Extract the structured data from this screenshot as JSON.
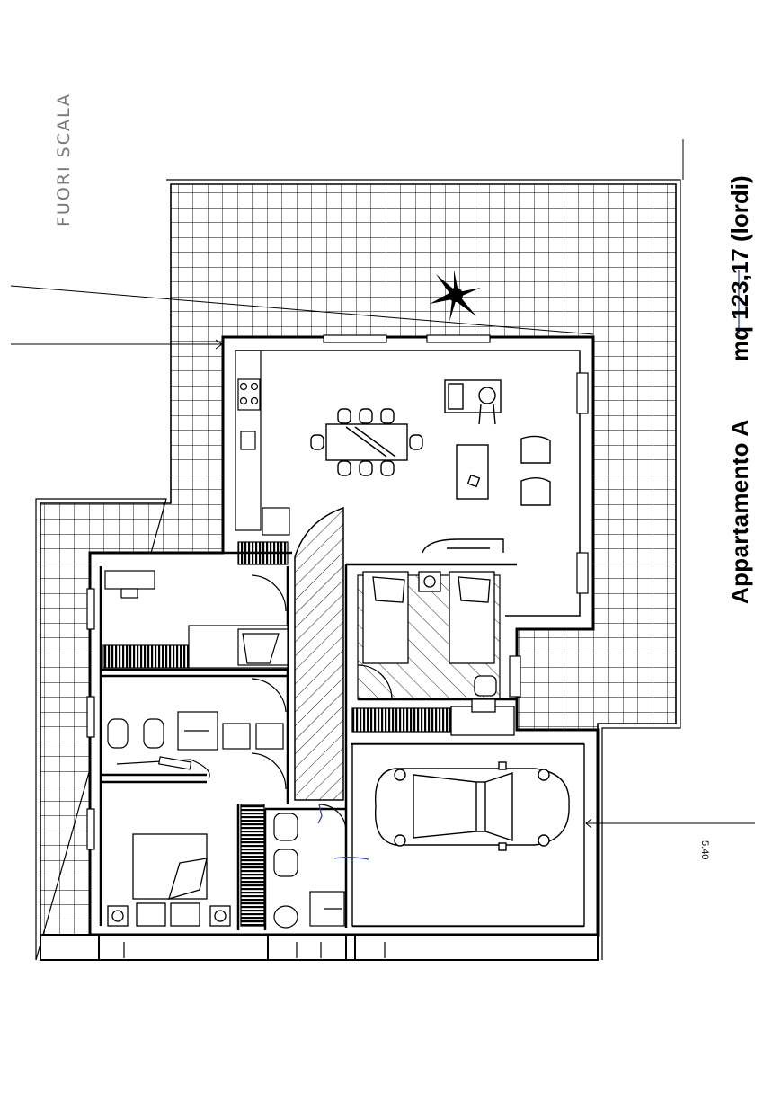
{
  "plan": {
    "title": "Appartamento A",
    "area": "mq 123,17 (lordi)",
    "handwritten_note": "FUORI SCALA",
    "dimension": "5.40"
  },
  "colors": {
    "lines": "#000000",
    "pencil": "#8a8a8a",
    "ink_pen": "#2a3fb0",
    "paper": "#ffffff"
  }
}
